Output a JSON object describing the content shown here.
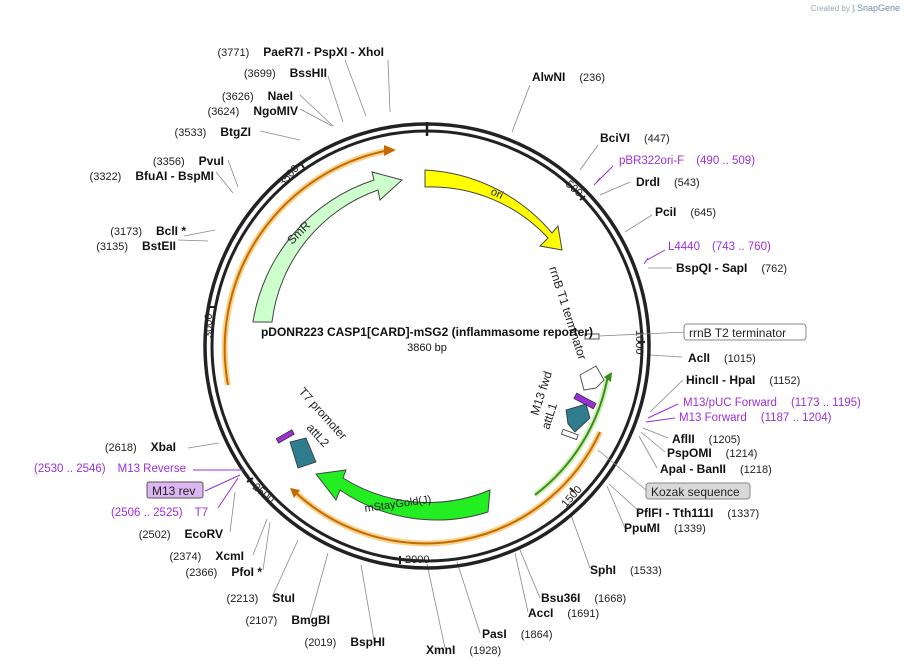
{
  "credit": {
    "prefix": "Created by",
    "brand": "SnapGene"
  },
  "plasmid": {
    "name": "pDONR223 CASP1[CARD]-mSG2 (inflammasome reporter)",
    "length": "3860 bp"
  },
  "ticks": [
    {
      "label": "500"
    },
    {
      "label": "1000"
    },
    {
      "label": "1500"
    },
    {
      "label": "2000"
    },
    {
      "label": "2500"
    },
    {
      "label": "3000"
    },
    {
      "label": "3500"
    }
  ],
  "features": {
    "ori": "ori",
    "smr": "SmR",
    "mstaygold": "mStayGold(J)",
    "rrnb_t1": "rrnB T1 terminator",
    "rrnb_t2": "rrnB T2 terminator",
    "m13fwd": "M13 fwd",
    "attl1": "attL1",
    "attl2": "attL2",
    "t7promoter": "T7 promoter",
    "kozak": "Kozak sequence",
    "m13rev_box": "M13 rev"
  },
  "sites": [
    {
      "key": "alwni",
      "name": "AlwNI",
      "pos": "(236)"
    },
    {
      "key": "bcivi",
      "name": "BciVI",
      "pos": "(447)"
    },
    {
      "key": "drdi",
      "name": "DrdI",
      "pos": "(543)"
    },
    {
      "key": "pcii",
      "name": "PciI",
      "pos": "(645)"
    },
    {
      "key": "bspqi",
      "name": "BspQI  -  SapI",
      "pos": "(762)"
    },
    {
      "key": "acli",
      "name": "AclI",
      "pos": "(1015)"
    },
    {
      "key": "hincii",
      "name": "HincII  -  HpaI",
      "pos": "(1152)"
    },
    {
      "key": "aflii",
      "name": "AflII",
      "pos": "(1205)"
    },
    {
      "key": "pspomi",
      "name": "PspOMI",
      "pos": "(1214)"
    },
    {
      "key": "apai",
      "name": "ApaI  -  BanII",
      "pos": "(1218)"
    },
    {
      "key": "pflfi",
      "name": "PflFI  -  Tth111I",
      "pos": "(1337)"
    },
    {
      "key": "ppumi",
      "name": "PpuMI",
      "pos": "(1339)"
    },
    {
      "key": "sphi",
      "name": "SphI",
      "pos": "(1533)"
    },
    {
      "key": "bsu36i",
      "name": "Bsu36I",
      "pos": "(1668)"
    },
    {
      "key": "acci",
      "name": "AccI",
      "pos": "(1691)"
    },
    {
      "key": "pasi",
      "name": "PasI",
      "pos": "(1864)"
    },
    {
      "key": "xmni",
      "name": "XmnI",
      "pos": "(1928)"
    },
    {
      "key": "bsphi",
      "name": "BspHI",
      "pos": "(2019)"
    },
    {
      "key": "bmgbi",
      "name": "BmgBI",
      "pos": "(2107)"
    },
    {
      "key": "stui",
      "name": "StuI",
      "pos": "(2213)"
    },
    {
      "key": "pfoi",
      "name": "PfoI *",
      "pos": "(2366)"
    },
    {
      "key": "xcmi",
      "name": "XcmI",
      "pos": "(2374)"
    },
    {
      "key": "ecorv",
      "name": "EcoRV",
      "pos": "(2502)"
    },
    {
      "key": "xbai",
      "name": "XbaI",
      "pos": "(2618)"
    },
    {
      "key": "bsteii",
      "name": "BstEII",
      "pos": "(3135)"
    },
    {
      "key": "bcli",
      "name": "BclI *",
      "pos": "(3173)"
    },
    {
      "key": "bfuai",
      "name": "BfuAI  -  BspMI",
      "pos": "(3322)"
    },
    {
      "key": "pvui",
      "name": "PvuI",
      "pos": "(3356)"
    },
    {
      "key": "btgzi",
      "name": "BtgZI",
      "pos": "(3533)"
    },
    {
      "key": "ngomiv",
      "name": "NgoMIV",
      "pos": "(3624)"
    },
    {
      "key": "naei",
      "name": "NaeI",
      "pos": "(3626)"
    },
    {
      "key": "bsshii",
      "name": "BssHII",
      "pos": "(3699)"
    },
    {
      "key": "paer7i",
      "name": "PaeR7I  -  PspXI  -  XhoI",
      "pos": "(3771)"
    }
  ],
  "primers": [
    {
      "key": "pbr322",
      "name": "pBR322ori-F",
      "range": "(490 .. 509)"
    },
    {
      "key": "l4440",
      "name": "L4440",
      "range": "(743 .. 760)"
    },
    {
      "key": "m13puc",
      "name": "M13/pUC Forward",
      "range": "(1173 .. 1195)"
    },
    {
      "key": "m13fwd",
      "name": "M13 Forward",
      "range": "(1187 .. 1204)"
    },
    {
      "key": "m13rev",
      "name": "M13 Reverse",
      "range": "(2530 .. 2546)"
    },
    {
      "key": "t7",
      "name": "T7",
      "range": "(2506 .. 2525)"
    }
  ],
  "colors": {
    "backbone": "#222222",
    "ori": "#ffff00",
    "smr": "#ccffcc",
    "mstaygold": "#22ee22",
    "attl": "#2f7c8f",
    "primer": "#9b30d9",
    "orange_ring": "#e8a040",
    "green_ring": "#7ac943",
    "site_line": "#888888"
  }
}
